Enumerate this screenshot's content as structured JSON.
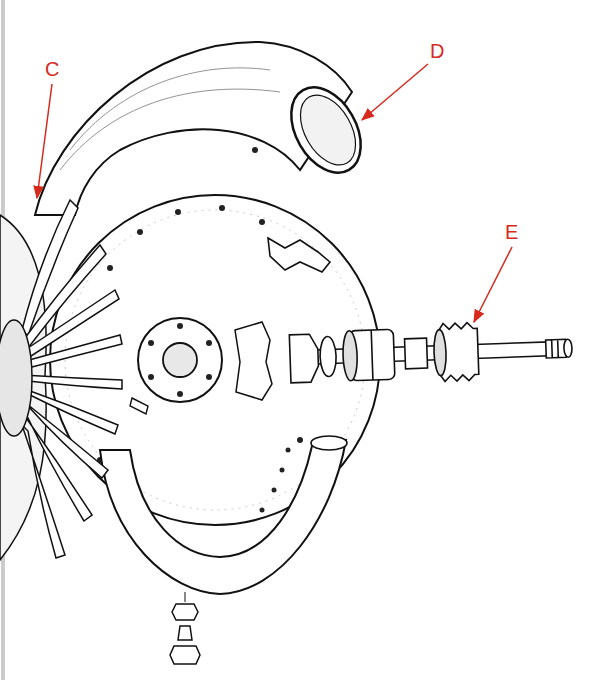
{
  "diagram": {
    "labels": [
      "C",
      "D",
      "E"
    ]
  }
}
